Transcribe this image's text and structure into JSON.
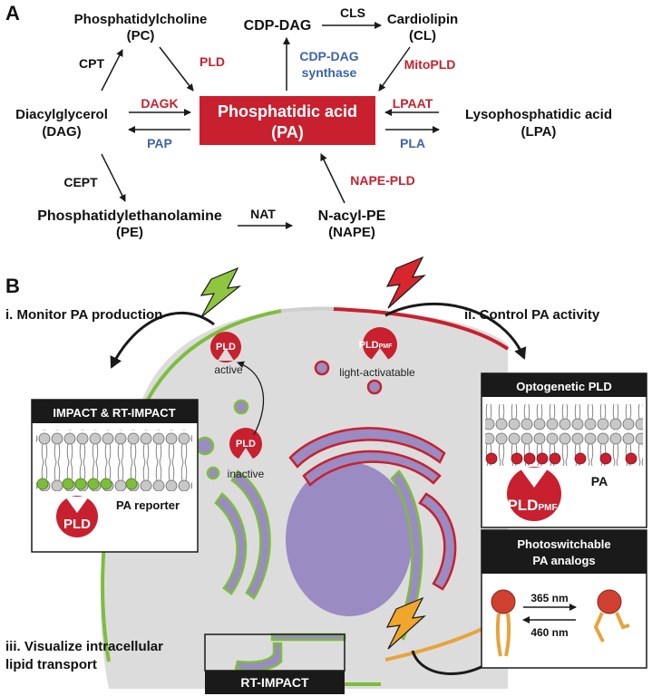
{
  "panel_a": {
    "label": "A",
    "nodes": {
      "pc_name": "Phosphatidylcholine",
      "pc_abbr": "(PC)",
      "cdpdag": "CDP-DAG",
      "cl_name": "Cardiolipin",
      "cl_abbr": "(CL)",
      "dag_name": "Diacylglycerol",
      "dag_abbr": "(DAG)",
      "pa_name": "Phosphatidic acid",
      "pa_abbr": "(PA)",
      "lpa_name": "Lysophosphatidic acid",
      "lpa_abbr": "(LPA)",
      "pe_name": "Phosphatidylethanolamine",
      "pe_abbr": "(PE)",
      "nape_name": "N-acyl-PE",
      "nape_abbr": "(NAPE)"
    },
    "enzymes": {
      "cpt": "CPT",
      "pld": "PLD",
      "cls": "CLS",
      "cdpdag_synthase_1": "CDP-DAG",
      "cdpdag_synthase_2": "synthase",
      "mitopld": "MitoPLD",
      "dagk": "DAGK",
      "pap": "PAP",
      "lpaat": "LPAAT",
      "pla": "PLA",
      "cept": "CEPT",
      "nat": "NAT",
      "nape_pld": "NAPE-PLD"
    }
  },
  "panel_b": {
    "label": "B",
    "monitor_title": "i. Monitor PA production",
    "control_title": "ii. Control PA activity",
    "visualize_title_1": "iii. Visualize intracellular",
    "visualize_title_2": "lipid transport",
    "pld_active": "PLD",
    "active_label": "active",
    "pld_inactive": "PLD",
    "inactive_label": "inactive",
    "pldpmf_main": "PLD",
    "pldpmf_sub": "PMF",
    "light_activatable_label": "light-activatable",
    "impact_box_title": "IMPACT & RT-IMPACT",
    "impact_pld": "PLD",
    "pa_reporter": "PA reporter",
    "opto_box_title": "Optogenetic PLD",
    "opto_pa": "PA",
    "opto_pld_main": "PLD",
    "opto_pld_sub": "PMF",
    "photo_title_1": "Photoswitchable",
    "photo_title_2": "PA analogs",
    "wavelength_1": "365 nm",
    "wavelength_2": "460 nm",
    "rt_impact": "RT-IMPACT"
  },
  "colors": {
    "red": "#c8202e",
    "blue": "#3c63ad",
    "green": "#7dbd3c",
    "orange": "#e8a33a",
    "purple": "#9a8bc2",
    "cell_gray": "#dcdcdc"
  }
}
